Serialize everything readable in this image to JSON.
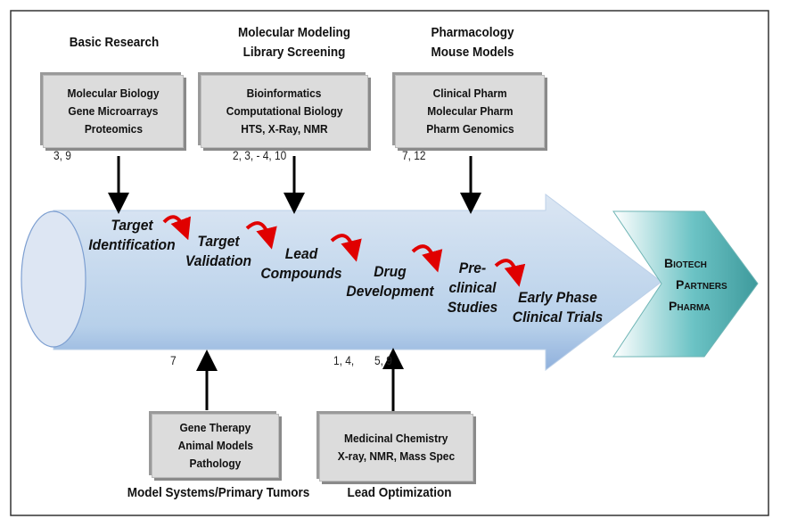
{
  "top_sections": [
    {
      "heading": [
        "Basic Research"
      ],
      "items": [
        "Molecular Biology",
        "Gene Microarrays",
        "Proteomics"
      ],
      "refs": "3, 9"
    },
    {
      "heading": [
        "Molecular Modeling",
        "Library Screening"
      ],
      "items": [
        "Bioinformatics",
        "Computational Biology",
        "HTS, X-Ray, NMR"
      ],
      "refs": "2, 3, - 4, 10"
    },
    {
      "heading": [
        "Pharmacology",
        "Mouse Models"
      ],
      "items": [
        "Clinical Pharm",
        "Molecular Pharm",
        "Pharm Genomics"
      ],
      "refs": "7, 12"
    }
  ],
  "bottom_sections": [
    {
      "heading": "Model Systems/Primary Tumors",
      "items": [
        "Gene Therapy",
        "Animal Models",
        "Pathology"
      ],
      "refs": "7"
    },
    {
      "heading": "Lead Optimization",
      "items": [
        "Medicinal Chemistry",
        "X-ray, NMR, Mass Spec"
      ],
      "refs": [
        "1, 4,",
        "5, 9"
      ]
    }
  ],
  "pipeline_stages": [
    [
      "Target",
      "Identification"
    ],
    [
      "Target",
      "Validation"
    ],
    [
      "Lead",
      "Compounds"
    ],
    [
      "Drug",
      "Development"
    ],
    [
      "Pre-",
      "clinical",
      "Studies"
    ],
    [
      "Early Phase",
      "Clinical Trials"
    ]
  ],
  "partners": [
    "Biotech",
    "Partners",
    "Pharma"
  ],
  "colors": {
    "pipeline": "#c4d8ee",
    "chevron": "#5ab8b8",
    "transition_arrow": "#e00000",
    "box": "#dcdcdc"
  }
}
